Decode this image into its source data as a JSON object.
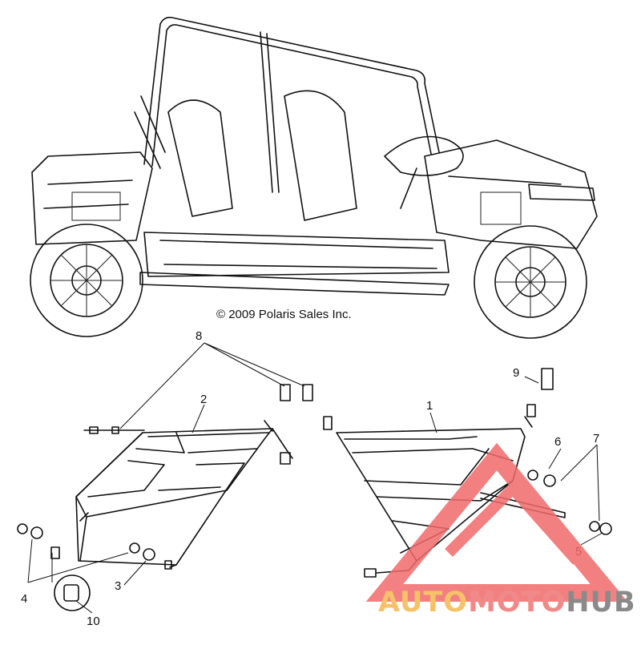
{
  "copyright": "© 2009 Polaris Sales Inc.",
  "callouts": [
    "1",
    "2",
    "3",
    "4",
    "5",
    "6",
    "7",
    "8",
    "9",
    "10"
  ],
  "watermark": {
    "parts": [
      "AUTO",
      "MOTO",
      "HUB"
    ],
    "colors": {
      "auto": "#f5c26a",
      "moto": "#f08a8a",
      "hub": "#8a8a8a",
      "triangle": "#f26b6b"
    }
  }
}
